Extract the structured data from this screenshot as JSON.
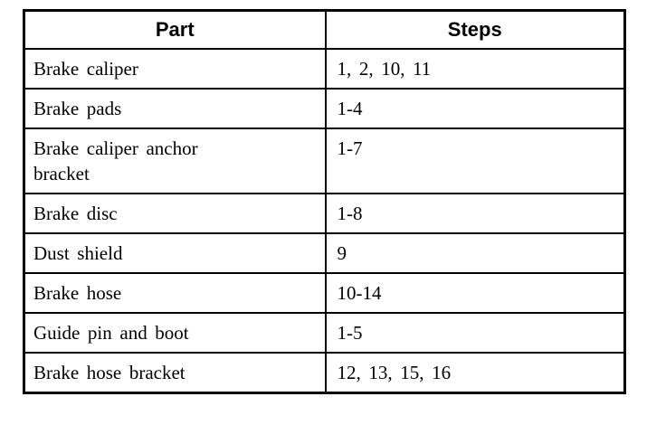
{
  "table": {
    "columns": [
      {
        "label": "Part"
      },
      {
        "label": "Steps"
      }
    ],
    "rows": [
      {
        "part": "Brake caliper",
        "steps": "1, 2, 10, 11"
      },
      {
        "part": "Brake pads",
        "steps": "1-4"
      },
      {
        "part": "Brake caliper anchor bracket",
        "steps": "1-7"
      },
      {
        "part": "Brake disc",
        "steps": "1-8"
      },
      {
        "part": "Dust shield",
        "steps": "9"
      },
      {
        "part": "Brake hose",
        "steps": "10-14"
      },
      {
        "part": "Guide pin and boot",
        "steps": "1-5"
      },
      {
        "part": "Brake hose bracket",
        "steps": "12, 13, 15, 16"
      }
    ],
    "colors": {
      "border": "#000000",
      "text": "#000000",
      "background": "#ffffff"
    }
  }
}
